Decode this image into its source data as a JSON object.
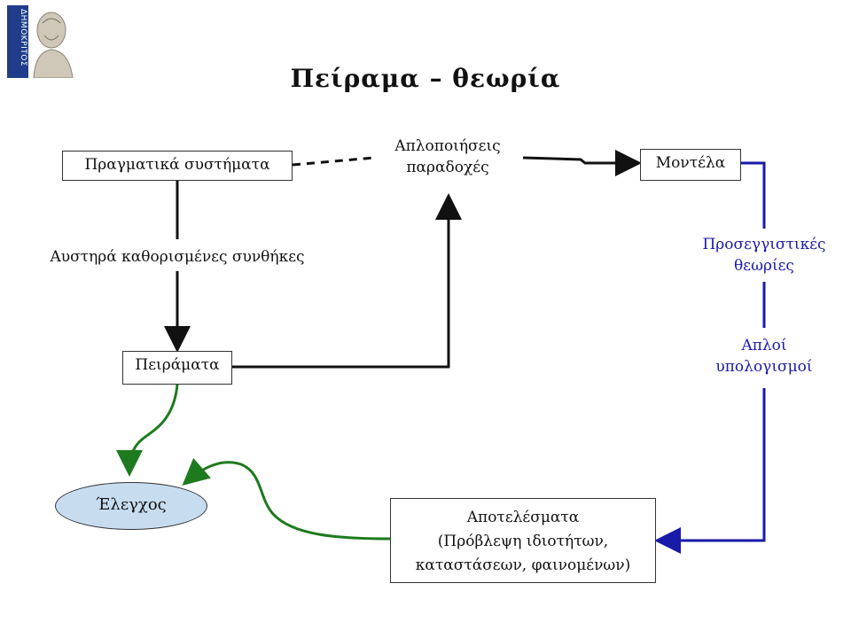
{
  "logo": {
    "text": "ΔΗΜΟΚΡΙΤΟΣ",
    "colors": {
      "panel": "#1f3d8a",
      "bust": "#cfc8b8"
    }
  },
  "title": "Πείραμα – θεωρία",
  "nodes": {
    "real_systems": "Πραγματικά συστήματα",
    "simplifications": [
      "Απλοποιήσεις",
      "παραδοχές"
    ],
    "models": "Μοντέλα",
    "experiments": "Πειράματα",
    "control": "Έλεγχος",
    "results": [
      "Αποτελέσματα",
      "(Πρόβλεψη ιδιοτήτων,",
      "καταστάσεων, φαινομένων)"
    ]
  },
  "edge_labels": {
    "strict_conditions": "Αυστηρά καθορισμένες συνθήκες",
    "approximate_theories": [
      "Προσεγγιστικές",
      "θεωρίες"
    ],
    "simple_calculations": [
      "Απλοί",
      "υπολογισμοί"
    ]
  },
  "colors": {
    "black": "#111111",
    "blue": "#1a1aa8",
    "green": "#1e7a1e",
    "control_fill": "#c7dcef"
  }
}
